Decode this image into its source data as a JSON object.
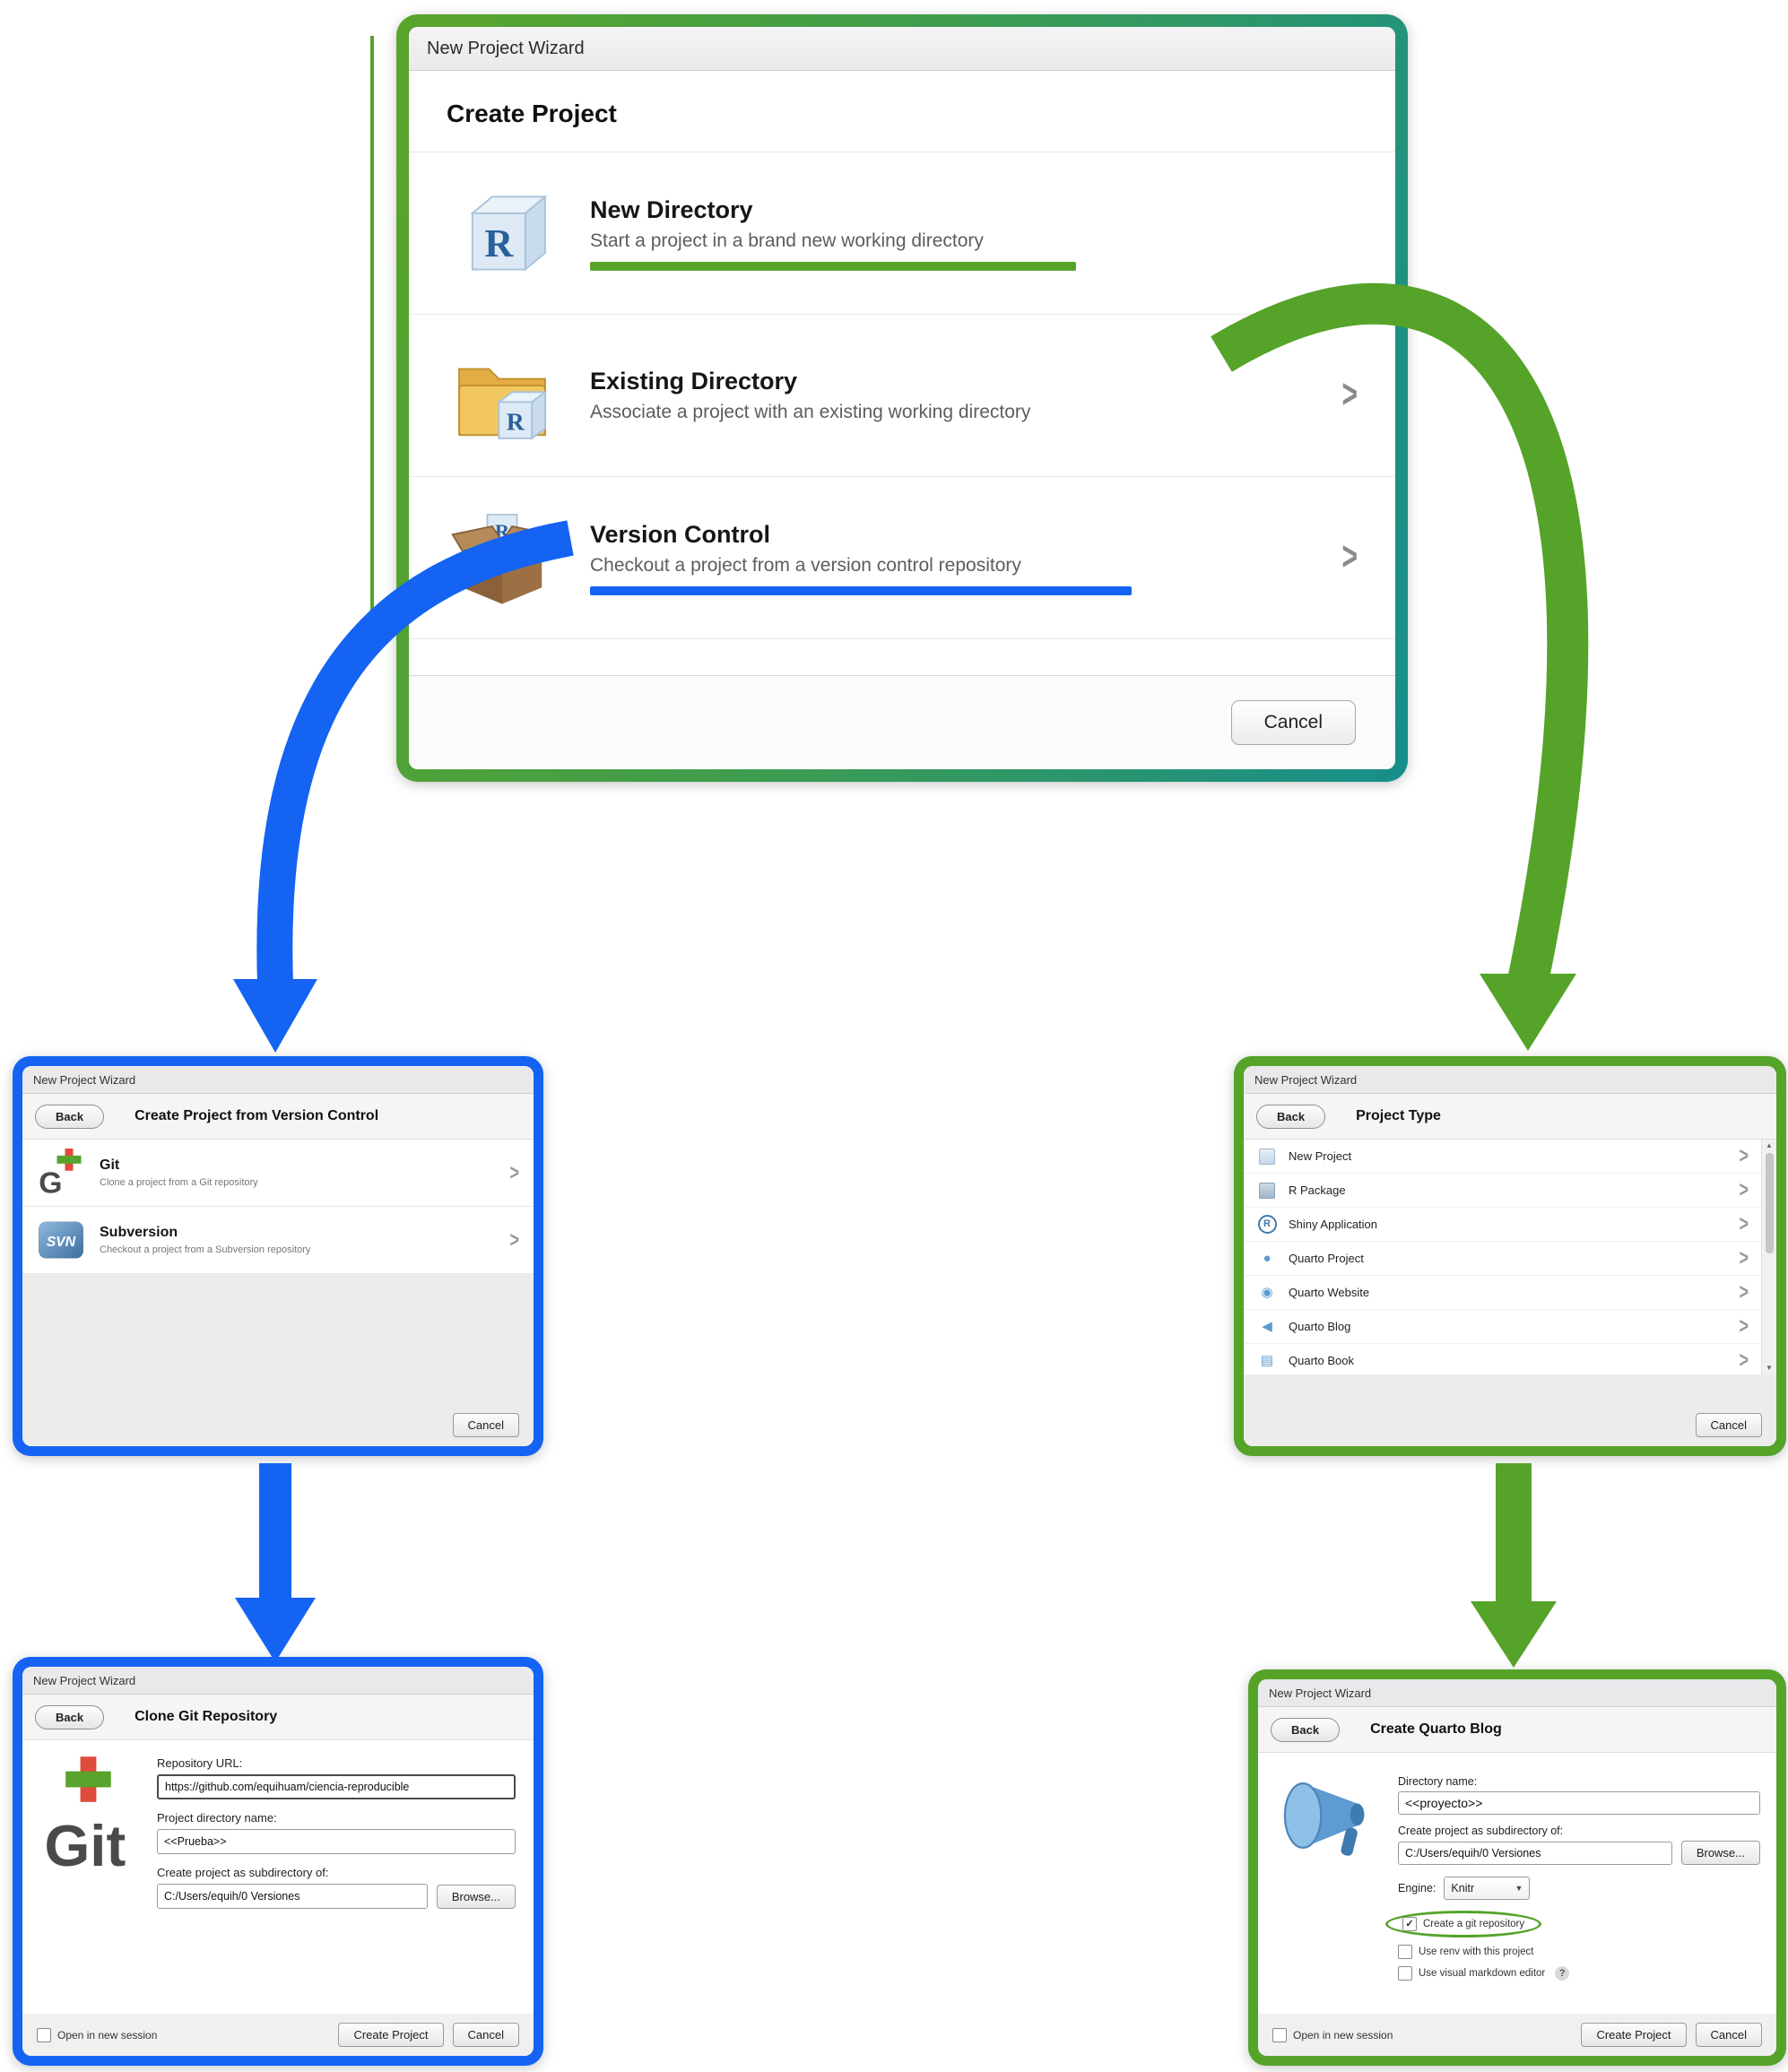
{
  "colors": {
    "green": "#55a329",
    "blue": "#1463f2",
    "teal": "#178e8c"
  },
  "icons": {
    "chevron": ">",
    "check": "✓",
    "help": "?",
    "dropdown_arrow": "▼",
    "scroll_up": "▲",
    "scroll_down": "▼",
    "globe_glyph": "◉",
    "quarto_circle_glyph": "●",
    "megaphone_glyph": "◀",
    "book_glyph": "▤",
    "shiny_glyph": "R"
  },
  "main_dialog": {
    "title": "New Project Wizard",
    "header": "Create Project",
    "options": [
      {
        "icon": "r-cube-icon",
        "title": "New Directory",
        "subtitle": "Start a project in a brand new working directory"
      },
      {
        "icon": "folder-r-icon",
        "title": "Existing Directory",
        "subtitle": "Associate a project with an existing working directory"
      },
      {
        "icon": "cardboard-box-icon",
        "title": "Version Control",
        "subtitle": "Checkout a project from a version control repository"
      }
    ],
    "cancel_label": "Cancel"
  },
  "vcs_dialog": {
    "title": "New Project Wizard",
    "back_label": "Back",
    "header": "Create Project from Version Control",
    "options": [
      {
        "icon": "git-logo-icon",
        "title": "Git",
        "subtitle": "Clone a project from a Git repository"
      },
      {
        "icon": "svn-logo-icon",
        "icon_text": "SVN",
        "title": "Subversion",
        "subtitle": "Checkout a project from a Subversion repository"
      }
    ],
    "cancel_label": "Cancel"
  },
  "clone_git_dialog": {
    "title": "New Project Wizard",
    "back_label": "Back",
    "header": "Clone Git Repository",
    "fields": {
      "repo_url_label": "Repository URL:",
      "repo_url_value": "https://github.com/equihuam/ciencia-reproducible",
      "dir_name_label": "Project directory name:",
      "dir_name_value": "<<Prueba>>",
      "subdir_label": "Create project as subdirectory of:",
      "subdir_value": "C:/Users/equih/0 Versiones",
      "browse_label": "Browse..."
    },
    "open_new_session_label": "Open in new session",
    "create_label": "Create Project",
    "cancel_label": "Cancel"
  },
  "project_type_dialog": {
    "title": "New Project Wizard",
    "back_label": "Back",
    "header": "Project Type",
    "items": [
      {
        "icon": "new-project-icon",
        "label": "New Project"
      },
      {
        "icon": "r-package-icon",
        "label": "R Package"
      },
      {
        "icon": "shiny-application-icon",
        "label": "Shiny Application"
      },
      {
        "icon": "quarto-project-icon",
        "label": "Quarto Project"
      },
      {
        "icon": "quarto-website-icon",
        "label": "Quarto Website"
      },
      {
        "icon": "quarto-blog-icon",
        "label": "Quarto Blog"
      },
      {
        "icon": "quarto-book-icon",
        "label": "Quarto Book"
      }
    ],
    "cancel_label": "Cancel"
  },
  "quarto_blog_dialog": {
    "title": "New Project Wizard",
    "back_label": "Back",
    "header": "Create Quarto Blog",
    "fields": {
      "dir_name_label": "Directory name:",
      "dir_name_value": "<<proyecto>>",
      "subdir_label": "Create project as subdirectory of:",
      "subdir_value": "C:/Users/equih/0 Versiones",
      "browse_label": "Browse...",
      "engine_label": "Engine:",
      "engine_value": "Knitr"
    },
    "checkboxes": [
      {
        "label": "Create a git repository",
        "checked": true
      },
      {
        "label": "Use renv with this project",
        "checked": false
      },
      {
        "label": "Use visual markdown editor",
        "checked": false
      }
    ],
    "open_new_session_label": "Open in new session",
    "create_label": "Create Project",
    "cancel_label": "Cancel"
  }
}
